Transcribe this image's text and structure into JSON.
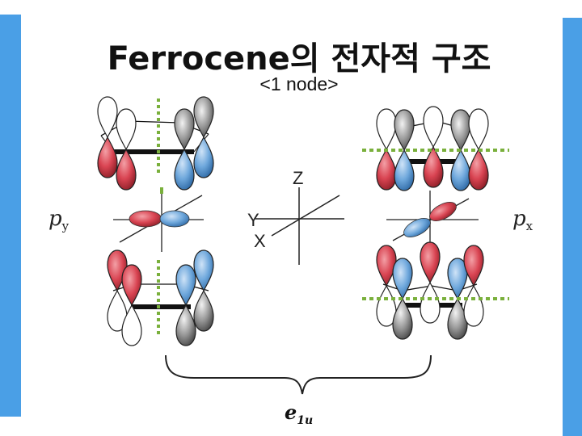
{
  "slide": {
    "title": "Ferrocene의 전자적 구조",
    "subtitle": "<1 node>"
  },
  "axes": {
    "z_label": "Z",
    "y_label": "Y",
    "x_label": "X"
  },
  "orbitals": {
    "left_symbol": "p",
    "left_subscript": "y",
    "right_symbol": "p",
    "right_subscript": "x"
  },
  "irrep": {
    "main": "e",
    "subscript": "1u"
  },
  "colors": {
    "accent_bar": "#4a9fe6",
    "positive_lobe": "#c8323e",
    "negative_lobe": "#5b9bd5",
    "gray_lobe": "#9a9a9a",
    "node_line": "#7ab03c"
  }
}
